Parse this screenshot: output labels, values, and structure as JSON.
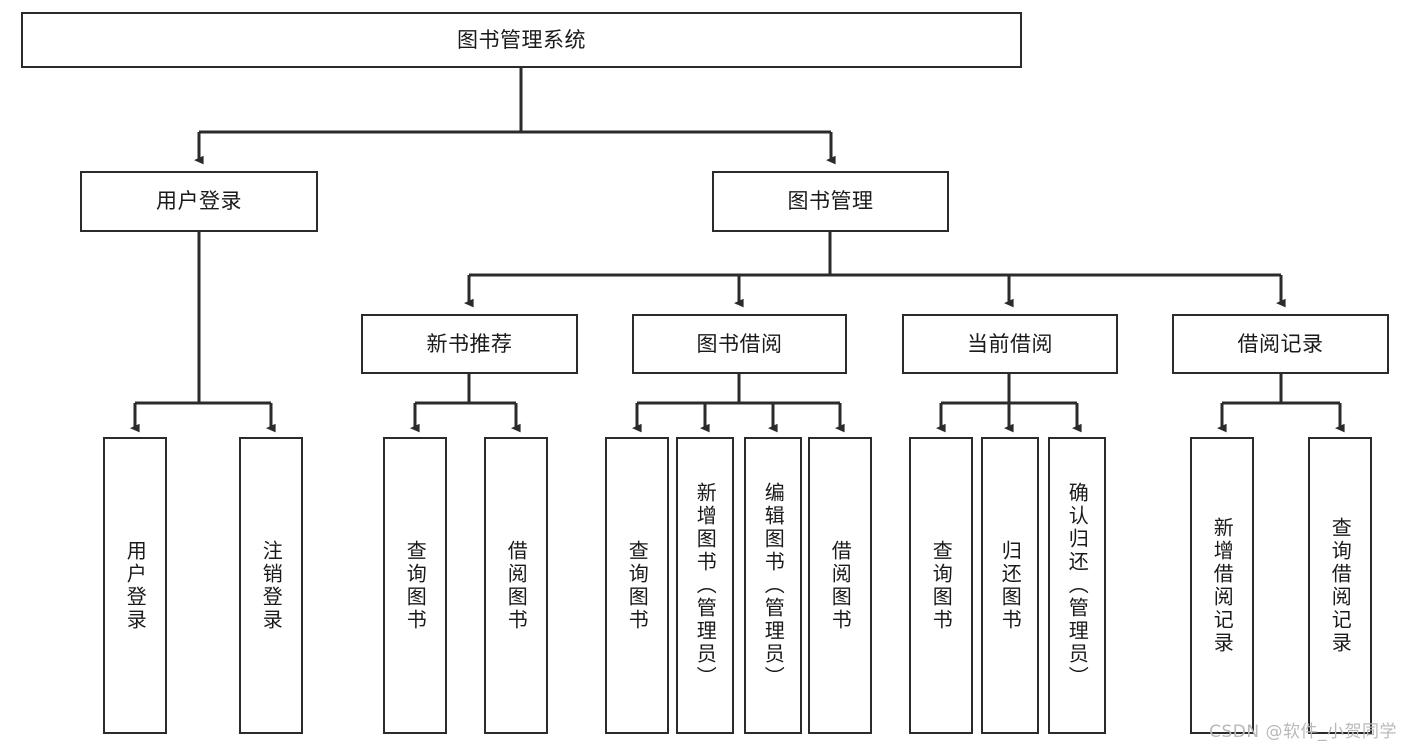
{
  "diagram": {
    "title": "图书管理系统",
    "type": "hierarchy-tree",
    "colors": {
      "box_border": "#2b2b2b",
      "box_fill": "#ffffff",
      "connector": "#2b2b2b",
      "text": "#1a1a1a",
      "watermark": "#b9b9b9"
    },
    "root": {
      "label": "图书管理系统"
    },
    "level2": [
      {
        "label": "用户登录"
      },
      {
        "label": "图书管理"
      }
    ],
    "level3": [
      {
        "label": "新书推荐"
      },
      {
        "label": "图书借阅"
      },
      {
        "label": "当前借阅"
      },
      {
        "label": "借阅记录"
      }
    ],
    "leaves_user_login": [
      {
        "label": "用户登录"
      },
      {
        "label": "注销登录"
      }
    ],
    "leaves_new_books": [
      {
        "label": "查询图书"
      },
      {
        "label": "借阅图书"
      }
    ],
    "leaves_borrow": [
      {
        "label": "查询图书"
      },
      {
        "label": "新增图书（管理员）"
      },
      {
        "label": "编辑图书（管理员）"
      },
      {
        "label": "借阅图书"
      }
    ],
    "leaves_current": [
      {
        "label": "查询图书"
      },
      {
        "label": "归还图书"
      },
      {
        "label": "确认归还（管理员）"
      }
    ],
    "leaves_records": [
      {
        "label": "新增借阅记录"
      },
      {
        "label": "查询借阅记录"
      }
    ]
  },
  "watermark": {
    "text": "CSDN @软件_小贺同学"
  }
}
